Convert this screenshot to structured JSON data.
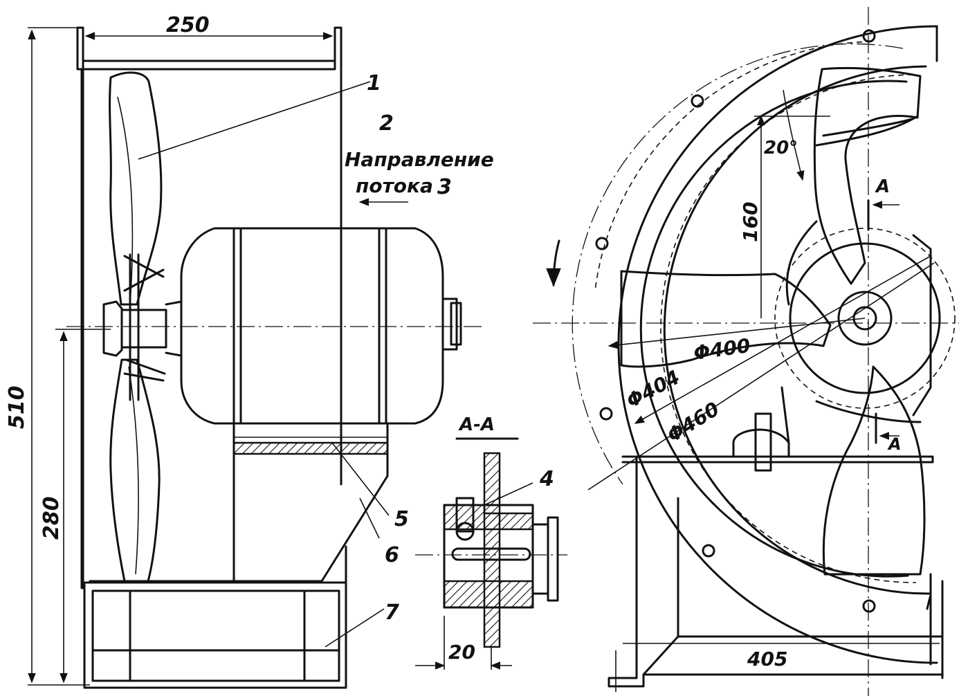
{
  "parts": {
    "p1": "1",
    "p2": "2",
    "p3": "3",
    "p4": "4",
    "p5": "5",
    "p6": "6",
    "p7": "7"
  },
  "flow_label_line1": "Направление",
  "flow_label_line2": "потока",
  "section_title": "А-А",
  "section_mark_top": "А",
  "section_mark_bottom": "А",
  "dimensions": {
    "width_top": "250",
    "height_total": "510",
    "axis_height": "280",
    "shaft_offset": "20",
    "blade_angle": "20°",
    "blade_height": "160",
    "d_inner": "Φ400",
    "d_ring": "Φ404",
    "d_outer": "Φ460",
    "base_width": "405"
  }
}
